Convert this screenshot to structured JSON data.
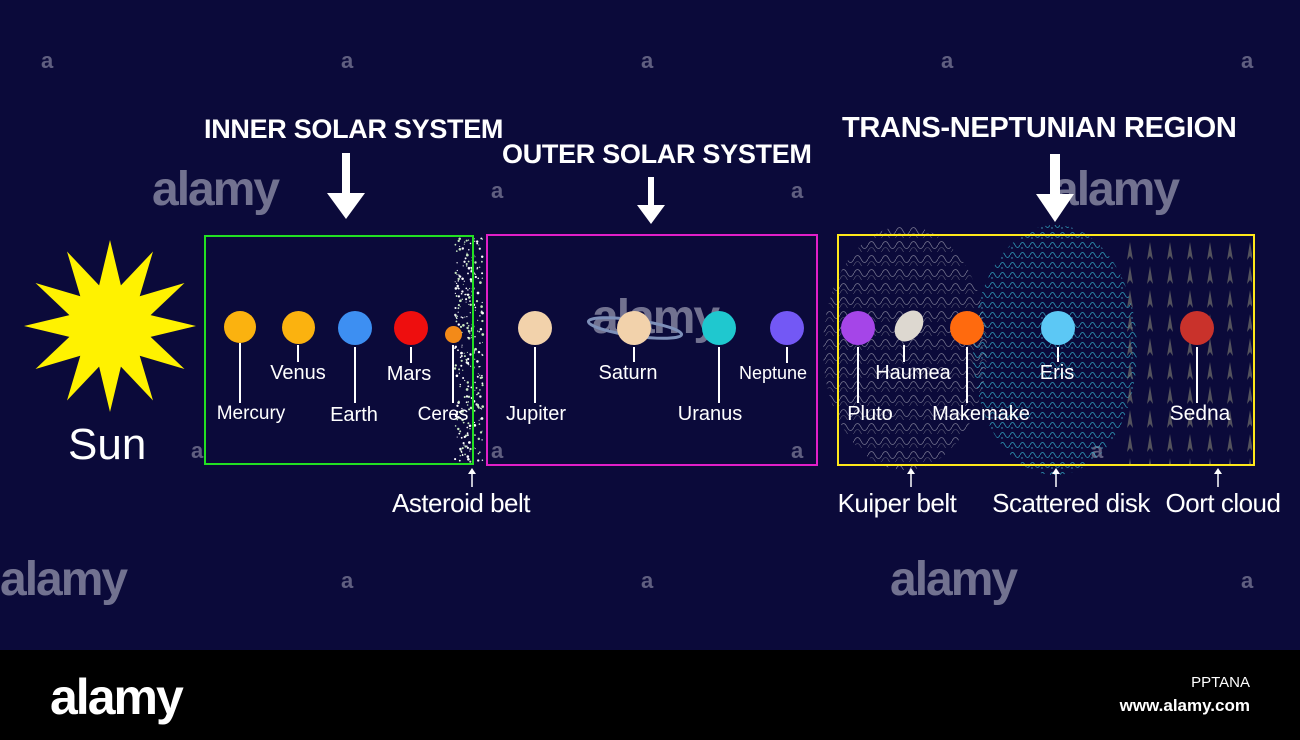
{
  "headings": {
    "inner": "INNER SOLAR SYSTEM",
    "outer": "OUTER SOLAR SYSTEM",
    "trans": "TRANS-NEPTUNIAN REGION"
  },
  "sun": {
    "label": "Sun",
    "color": "#fff200"
  },
  "inner_planets": [
    {
      "name": "Mercury",
      "color": "#fbb20f"
    },
    {
      "name": "Venus",
      "color": "#fbb20f"
    },
    {
      "name": "Earth",
      "color": "#3d8ff2"
    },
    {
      "name": "Mars",
      "color": "#ee0e0e"
    },
    {
      "name": "Ceres",
      "color": "#f38a18"
    }
  ],
  "outer_planets": [
    {
      "name": "Jupiter",
      "color": "#f2d2ab"
    },
    {
      "name": "Saturn",
      "color": "#f2d2ab"
    },
    {
      "name": "Uranus",
      "color": "#1fc8cf"
    },
    {
      "name": "Neptune",
      "color": "#7358f5"
    }
  ],
  "tno": [
    {
      "name": "Pluto",
      "color": "#a545e8"
    },
    {
      "name": "Haumea",
      "color": "#ddd8d0"
    },
    {
      "name": "Makemake",
      "color": "#ff6a0e"
    },
    {
      "name": "Eris",
      "color": "#5cc8f5"
    },
    {
      "name": "Sedna",
      "color": "#c9322b"
    }
  ],
  "regions": {
    "asteroid_belt": "Asteroid belt",
    "kuiper_belt": "Kuiper belt",
    "scattered_disk": "Scattered disk",
    "oort_cloud": "Oort cloud"
  },
  "box_colors": {
    "inner": "#22e022",
    "outer": "#e11fc8",
    "trans": "#ffe81a"
  },
  "watermark": {
    "word": "alamy",
    "letter": "a"
  },
  "footer": {
    "logo": "alamy",
    "image_id": "PPTANA",
    "url": "www.alamy.com"
  }
}
